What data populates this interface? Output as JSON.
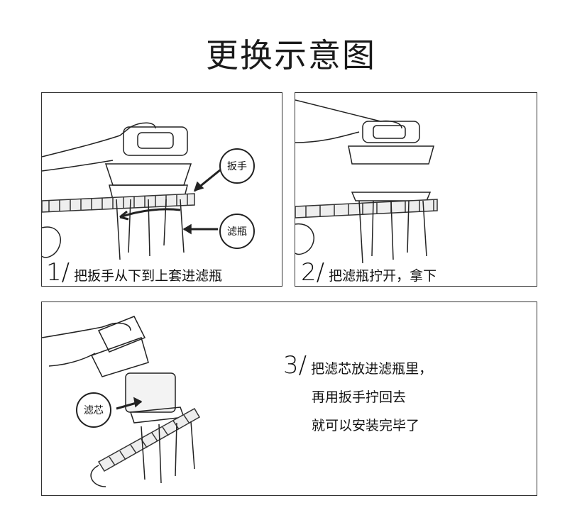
{
  "title": "更换示意图",
  "steps": [
    {
      "number": "1/",
      "text": "把扳手从下到上套进滤瓶",
      "callouts": [
        "扳手",
        "滤瓶"
      ]
    },
    {
      "number": "2/",
      "text": "把滤瓶拧开，拿下"
    },
    {
      "number": "3/",
      "lines": [
        "把滤芯放进滤瓶里，",
        "再用扳手拧回去",
        "就可以安装完毕了"
      ],
      "callouts": [
        "滤芯"
      ]
    }
  ]
}
